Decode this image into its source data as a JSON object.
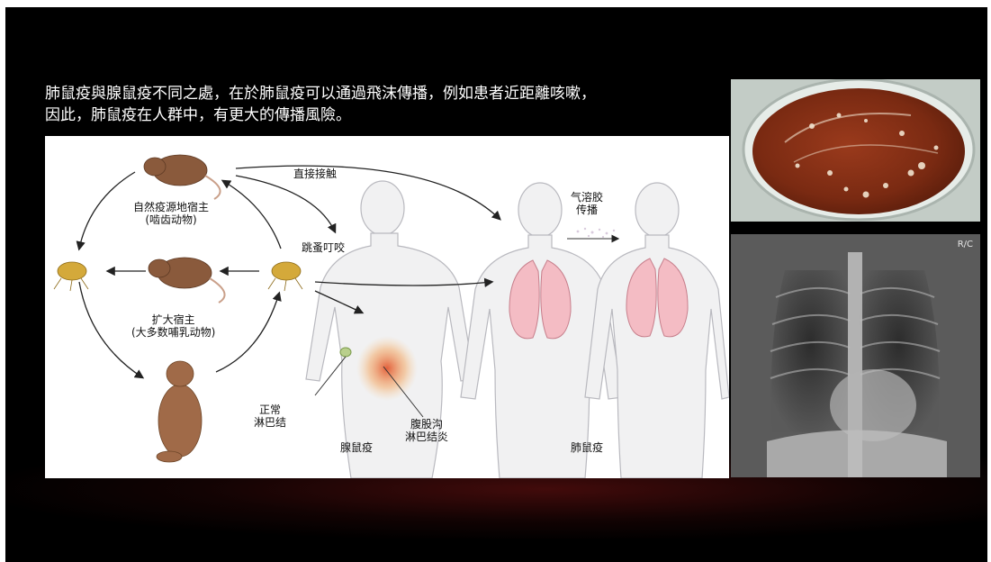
{
  "caption": {
    "line1": "肺鼠疫與腺鼠疫不同之處，在於肺鼠疫可以通過飛沫傳播，例如患者近距離咳嗽，",
    "line2": "因此，肺鼠疫在人群中，有更大的傳播風險。"
  },
  "diagram": {
    "direct_contact": "直接接触",
    "reservoir_host": "自然疫源地宿主",
    "reservoir_host_sub": "(啮齿动物)",
    "flea_bite": "跳蚤叮咬",
    "amplifying_host": "扩大宿主",
    "amplifying_host_sub": "(大多数哺乳动物)",
    "aerosol": "气溶胶",
    "aerosol_sub": "传播",
    "normal_node": "正常",
    "normal_node_sub": "淋巴结",
    "inguinal_node": "腹股沟",
    "inguinal_node_sub": "淋巴结炎",
    "bubonic": "腺鼠疫",
    "pneumonic": "肺鼠疫"
  },
  "xray": {
    "marker": "R/C"
  }
}
